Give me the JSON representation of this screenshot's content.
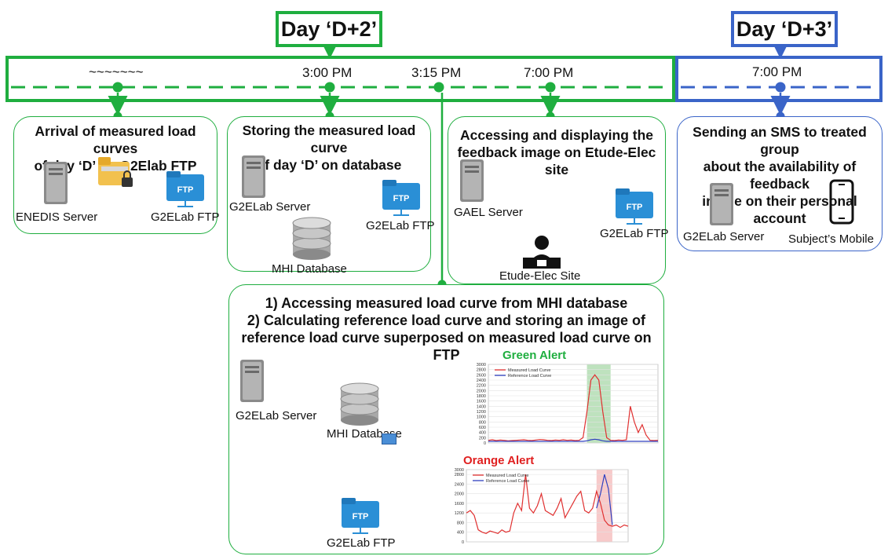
{
  "days": {
    "d2": "Day ‘D+2’",
    "d3": "Day ‘D+3’"
  },
  "times": {
    "t0": "~~~~~~~",
    "t1": "3:00 PM",
    "t2": "3:15 PM",
    "t3": "7:00 PM",
    "t4": "7:00 PM"
  },
  "panels": {
    "p1": {
      "title": "Arrival of measured load curves\nof day ‘D’ on G2Elab FTP",
      "left": "ENEDIS Server",
      "right": "G2ELab FTP"
    },
    "p2": {
      "title": "Storing the measured load curve\nof day ‘D’ on database",
      "server": "G2ELab Server",
      "ftp": "G2ELab FTP",
      "db": "MHI Database"
    },
    "p3": {
      "title": "Accessing and displaying the\nfeedback image on Etude-Elec site",
      "server": "GAEL Server",
      "ftp": "G2ELab FTP",
      "site": "Etude-Elec Site"
    },
    "p4": {
      "title": "Sending an SMS to treated group\nabout the availability of feedback\nimage on their personal account",
      "server": "G2ELab Server",
      "mobile": "Subject’s Mobile"
    },
    "p5": {
      "title": "1) Accessing measured load curve from MHI database\n2) Calculating reference load curve and storing an image of\nreference load curve superposed on measured load curve on FTP",
      "server": "G2ELab Server",
      "db": "MHI Database",
      "ftp": "G2ELab FTP",
      "green_alert": "Green Alert",
      "orange_alert": "Orange Alert"
    }
  },
  "icon_text": {
    "ftp": "FTP"
  },
  "chart_data": [
    {
      "type": "line",
      "title": "Green Alert",
      "ylabel": "",
      "y_ticks": [
        0,
        200,
        400,
        600,
        800,
        1000,
        1200,
        1400,
        1600,
        1800,
        2000,
        2200,
        2400,
        2600,
        2800,
        3000
      ],
      "ylim": [
        0,
        3000
      ],
      "legend": [
        "Measured Load Curve",
        "Reference Load Curve"
      ],
      "highlight": "green",
      "series": [
        {
          "name": "Measured Load Curve",
          "color": "#e03030",
          "values": [
            100,
            120,
            90,
            110,
            100,
            80,
            90,
            100,
            110,
            120,
            100,
            90,
            110,
            130,
            120,
            100,
            90,
            110,
            100,
            120,
            100,
            110,
            90,
            100,
            200,
            1200,
            2400,
            2600,
            2400,
            1200,
            200,
            100,
            90,
            110,
            100,
            120,
            1400,
            800,
            400,
            700,
            300,
            100,
            90,
            100
          ]
        },
        {
          "name": "Reference Load Curve",
          "color": "#3040c0",
          "values": [
            60,
            60,
            60,
            60,
            60,
            60,
            60,
            60,
            60,
            60,
            60,
            60,
            60,
            60,
            60,
            60,
            60,
            60,
            60,
            60,
            60,
            60,
            60,
            60,
            60,
            80,
            120,
            140,
            120,
            80,
            60,
            60,
            60,
            60,
            60,
            60,
            60,
            60,
            60,
            60,
            60,
            60,
            60,
            60
          ]
        }
      ]
    },
    {
      "type": "line",
      "title": "Orange Alert",
      "ylabel": "",
      "y_ticks": [
        0,
        400,
        800,
        1200,
        1600,
        2000,
        2400,
        2800,
        3000
      ],
      "ylim": [
        0,
        3000
      ],
      "legend": [
        "Measured Load Curve",
        "Reference Load Curve"
      ],
      "highlight": "red",
      "series": [
        {
          "name": "Measured Load Curve",
          "color": "#e03030",
          "values": [
            1200,
            1300,
            1100,
            500,
            400,
            350,
            450,
            400,
            350,
            500,
            400,
            450,
            1200,
            1600,
            1300,
            2800,
            1400,
            1200,
            1500,
            2000,
            1300,
            1200,
            1100,
            1400,
            1800,
            1000,
            1300,
            1600,
            1900,
            2100,
            1300,
            1200,
            1400,
            2100,
            1600,
            900,
            700,
            650,
            700,
            600,
            700,
            650
          ]
        },
        {
          "name": "Reference Load Curve",
          "color": "#3040c0",
          "values": [
            null,
            null,
            null,
            null,
            null,
            null,
            null,
            null,
            null,
            null,
            null,
            null,
            null,
            null,
            null,
            null,
            null,
            null,
            null,
            null,
            null,
            null,
            null,
            null,
            null,
            null,
            null,
            null,
            null,
            null,
            null,
            null,
            null,
            1400,
            2000,
            2800,
            2200,
            700,
            null,
            null,
            null,
            null
          ]
        }
      ]
    }
  ]
}
